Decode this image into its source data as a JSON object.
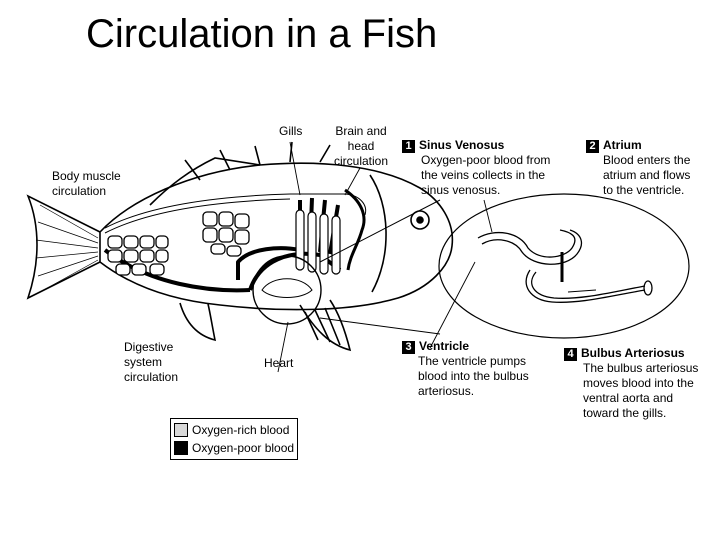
{
  "title": "Circulation in a Fish",
  "labels": {
    "gills": "Gills",
    "brain": "Brain and head circulation",
    "body_muscle": "Body muscle circulation",
    "digestive": "Digestive system circulation",
    "heart": "Heart"
  },
  "steps": [
    {
      "num": "1",
      "title": "Sinus Venosus",
      "desc": "Oxygen-poor blood from the veins collects in the sinus venosus."
    },
    {
      "num": "2",
      "title": "Atrium",
      "desc": "Blood enters the atrium and flows to the ventricle."
    },
    {
      "num": "3",
      "title": "Ventricle",
      "desc": "The ventricle pumps blood into the bulbus arteriosus."
    },
    {
      "num": "4",
      "title": "Bulbus Arteriosus",
      "desc": "The bulbus arteriosus moves blood into the ventral aorta and toward the gills."
    }
  ],
  "legend": [
    {
      "label": "Oxygen-rich blood",
      "color": "#d9d9d9"
    },
    {
      "label": "Oxygen-poor blood",
      "color": "#000000"
    }
  ]
}
